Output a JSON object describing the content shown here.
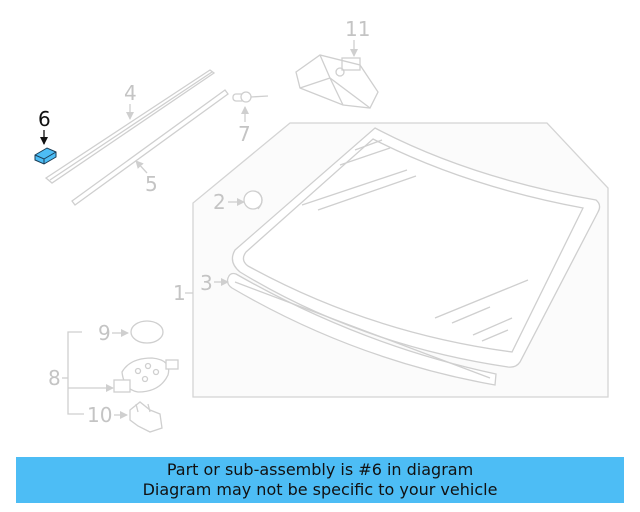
{
  "diagram": {
    "highlight_color": "#4dbdf5",
    "line_color": "#cfcfcf",
    "callouts": [
      {
        "id": "1",
        "label": "1",
        "highlighted": false
      },
      {
        "id": "2",
        "label": "2",
        "highlighted": false
      },
      {
        "id": "3",
        "label": "3",
        "highlighted": false
      },
      {
        "id": "4",
        "label": "4",
        "highlighted": false
      },
      {
        "id": "5",
        "label": "5",
        "highlighted": false
      },
      {
        "id": "6",
        "label": "6",
        "highlighted": true
      },
      {
        "id": "7",
        "label": "7",
        "highlighted": false
      },
      {
        "id": "8",
        "label": "8",
        "highlighted": false
      },
      {
        "id": "9",
        "label": "9",
        "highlighted": false
      },
      {
        "id": "10",
        "label": "10",
        "highlighted": false
      },
      {
        "id": "11",
        "label": "11",
        "highlighted": false
      }
    ]
  },
  "banner": {
    "line1": "Part or sub-assembly is #6 in diagram",
    "line2": "Diagram may not be specific to your vehicle",
    "background": "#4dbdf5"
  }
}
